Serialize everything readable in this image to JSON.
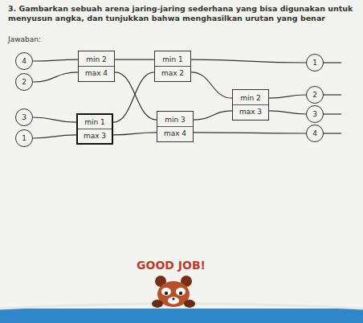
{
  "diagram": {
    "title": "3. Gambarkan sebuah arena jaring-jaring sederhana yang bisa digunakan untuk menyusun angka, dan tunjukkan bahwa menghasilkan urutan yang benar",
    "nodes": [
      {
        "text": [
          "4"
        ]
      },
      {
        "text": [
          "2"
        ]
      },
      {
        "text": [
          "3"
        ]
      },
      {
        "text": [
          "1"
        ]
      },
      {
        "text": [
          "min 2",
          "max 4"
        ]
      },
      {
        "text": [
          "min 1",
          "max 3"
        ]
      },
      {
        "text": [
          "min 1",
          "max 2"
        ]
      },
      {
        "text": [
          "min 3",
          "max 4"
        ]
      },
      {
        "text": [
          "min 2",
          "max 3"
        ]
      },
      {
        "text": [
          "1"
        ]
      },
      {
        "text": [
          "2"
        ]
      },
      {
        "text": [
          "3"
        ]
      },
      {
        "text": [
          "4"
        ]
      }
    ],
    "edges": [
      {
        "from": 0,
        "to": 4,
        "arrow": "none"
      },
      {
        "from": 1,
        "to": 4,
        "arrow": "none"
      },
      {
        "from": 2,
        "to": 5,
        "arrow": "none"
      },
      {
        "from": 3,
        "to": 5,
        "arrow": "none"
      },
      {
        "from": 4,
        "to": 6,
        "arrow": "none"
      },
      {
        "from": 4,
        "to": 7,
        "arrow": "none"
      },
      {
        "from": 5,
        "to": 6,
        "arrow": "none"
      },
      {
        "from": 5,
        "to": 7,
        "arrow": "none"
      },
      {
        "from": 6,
        "to": 9,
        "arrow": "none"
      },
      {
        "from": 6,
        "to": 8,
        "arrow": "none"
      },
      {
        "from": 7,
        "to": 8,
        "arrow": "none"
      },
      {
        "from": 7,
        "to": 12,
        "arrow": "none"
      },
      {
        "from": 8,
        "to": 10,
        "arrow": "none"
      },
      {
        "from": 8,
        "to": 11,
        "arrow": "none"
      }
    ],
    "labels": [
      "Jawaban:",
      "GOOD JOB!"
    ]
  }
}
